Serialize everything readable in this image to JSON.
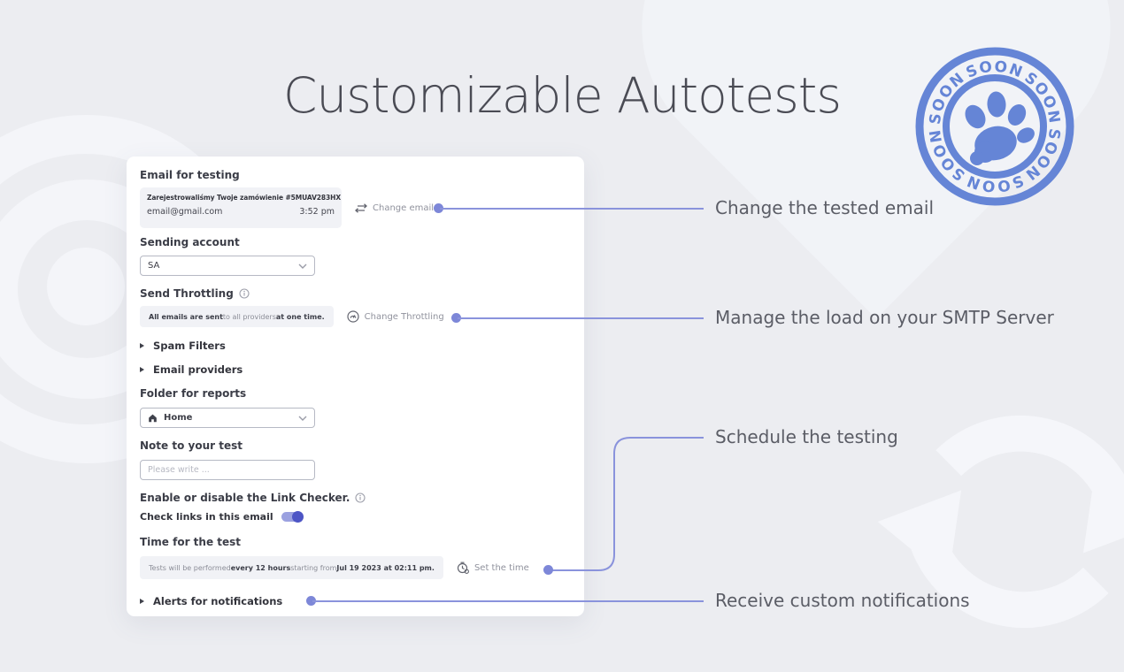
{
  "title": "Customizable Autotests",
  "stamp": {
    "word": "SOON",
    "color": "#6585D6"
  },
  "panel": {
    "email_for_testing": {
      "label": "Email for testing",
      "subject": "Zarejestrowaliśmy Twoje zamówienie #5MUAV283HX",
      "email": "email@gmail.com",
      "time": "3:52 pm",
      "change_button": "Change email"
    },
    "sending_account": {
      "label": "Sending account",
      "value": "SA"
    },
    "send_throttling": {
      "label": "Send Throttling",
      "summary": [
        {
          "text": "All emails are sent",
          "bold": true
        },
        {
          "text": " to all providers ",
          "bold": false
        },
        {
          "text": "at one time.",
          "bold": true
        }
      ],
      "change_button": "Change Throttling"
    },
    "spam_filters": {
      "label": "Spam Filters"
    },
    "email_providers": {
      "label": "Email providers"
    },
    "folder_for_reports": {
      "label": "Folder for reports",
      "value": "Home"
    },
    "note": {
      "label": "Note to your test",
      "placeholder": "Please write ..."
    },
    "link_checker": {
      "label": "Enable or disable the Link Checker.",
      "toggle_label": "Check links in this email",
      "enabled": true
    },
    "time_for_test": {
      "label": "Time for the test",
      "summary": [
        {
          "text": "Tests will be performed ",
          "bold": false
        },
        {
          "text": "every 12 hours",
          "bold": true
        },
        {
          "text": " starting from ",
          "bold": false
        },
        {
          "text": "Jul 19 2023 at 02:11 pm.",
          "bold": true
        }
      ],
      "set_button": "Set the time"
    },
    "alerts": {
      "label": "Alerts for notifications"
    }
  },
  "annotations": {
    "change_email": "Change the tested email",
    "throttling": "Manage the load on your SMTP Server",
    "schedule": "Schedule the testing",
    "notifications": "Receive custom notifications"
  },
  "icons": {
    "change_email": "swap-arrows-icon",
    "change_throttling": "gauge-icon",
    "set_time": "clock-settings-icon",
    "folder": "home-icon",
    "info": "info-circle-icon",
    "select": "chevron-down-icon"
  },
  "colors": {
    "background": "#ECEDF1",
    "card": "#FFFFFF",
    "accent_blue": "#6585D6",
    "connector_purple": "#8A93DC",
    "dot_purple": "#7D87D8",
    "toggle_on": "#4D55C5",
    "pill_bg": "#F1F2F6",
    "annotation_text": "#5B5D66"
  }
}
